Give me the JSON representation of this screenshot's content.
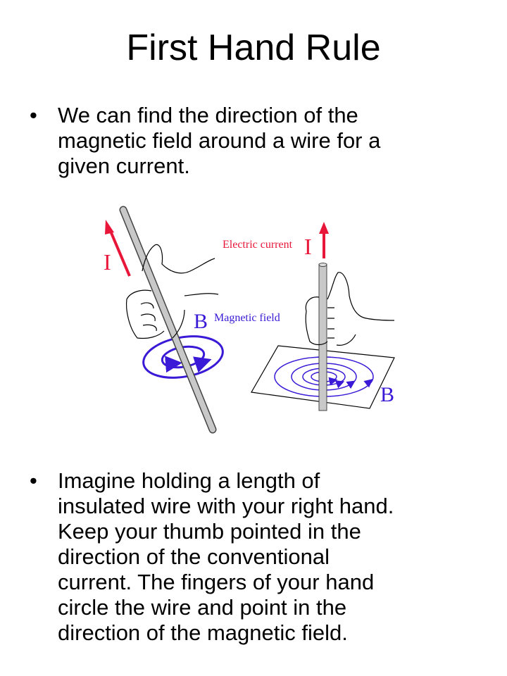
{
  "title": "First Hand Rule",
  "bullets": [
    {
      "lines": [
        "We can find the direction of the",
        "magnetic field around a wire for a",
        "given current."
      ]
    },
    {
      "lines": [
        "Imagine holding a length of",
        "insulated wire with your right hand.",
        "Keep your thumb pointed in the",
        "direction of the conventional",
        "current. The fingers of your hand",
        "circle the wire and point in the",
        "direction of the magnetic field."
      ]
    }
  ],
  "diagram": {
    "left_current_label": "I",
    "left_field_label": "B",
    "magnetic_field_label": "Magnetic field",
    "electric_current_label": "Electric current",
    "right_current_label": "I",
    "right_field_label": "B",
    "colors": {
      "current": "#e8173a",
      "field": "#3a1ad6",
      "wire": "#c8c8c8"
    }
  },
  "bullet_symbol": "•"
}
